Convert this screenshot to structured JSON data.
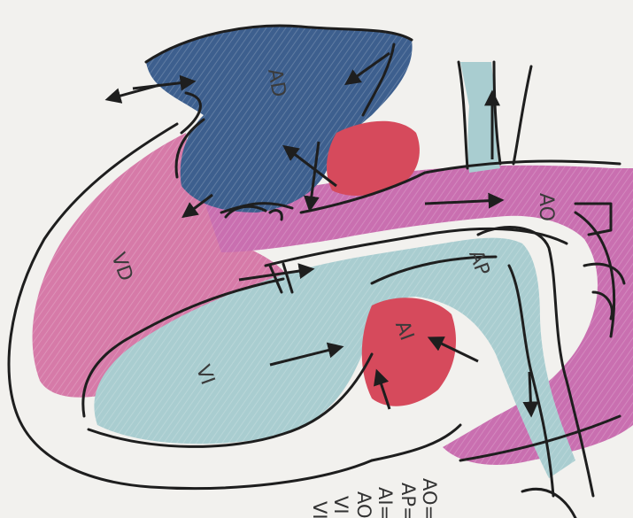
{
  "diagram": {
    "labels": {
      "right_atrium": "AD",
      "right_ventricle": "VD",
      "left_ventricle": "VI",
      "left_atrium": "AI",
      "aorta": "AO",
      "pulmonary_artery": "AP"
    },
    "legend": [
      "AO=",
      "AP=",
      "AI=",
      "AO",
      "VI",
      "VI"
    ],
    "colors": {
      "deoxygenated_blue": "#3d5f8e",
      "pink": "#d67aa8",
      "light_blue": "#a9cdd0",
      "red": "#d64a5c"
    }
  }
}
